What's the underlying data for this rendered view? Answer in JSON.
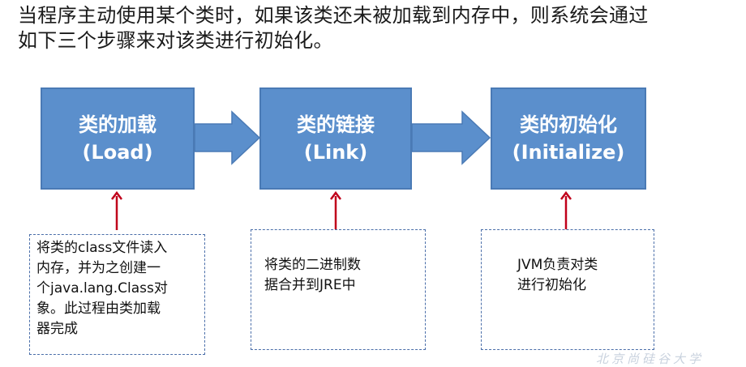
{
  "intro": {
    "line1": "当程序主动使用某个类时，如果该类还未被加载到内存中，则系统会通过",
    "line2": "如下三个步骤来对该类进行初始化。"
  },
  "stages": [
    {
      "label_zh": "类的加载",
      "label_en": "(Load)"
    },
    {
      "label_zh": "类的链接",
      "label_en": "(Link)"
    },
    {
      "label_zh": "类的初始化",
      "label_en": "(Initialize)"
    }
  ],
  "notes": [
    {
      "lines": [
        "将类的class文件读入",
        "内存，并为之创建一",
        "个java.lang.Class对",
        "象。此过程由类加载",
        "器完成"
      ]
    },
    {
      "lines": [
        "将类的二进制数",
        "据合并到JRE中"
      ]
    },
    {
      "lines": [
        "JVM负责对类",
        "进行初始化"
      ]
    }
  ],
  "watermark": "北京尚硅谷大学",
  "colors": {
    "stage_fill": "#5b8fcc",
    "stage_border": "#4a7ab5",
    "arrow_fill": "#5b8fcc",
    "pointer": "#c0001b",
    "note_border": "#4a6ea9"
  }
}
